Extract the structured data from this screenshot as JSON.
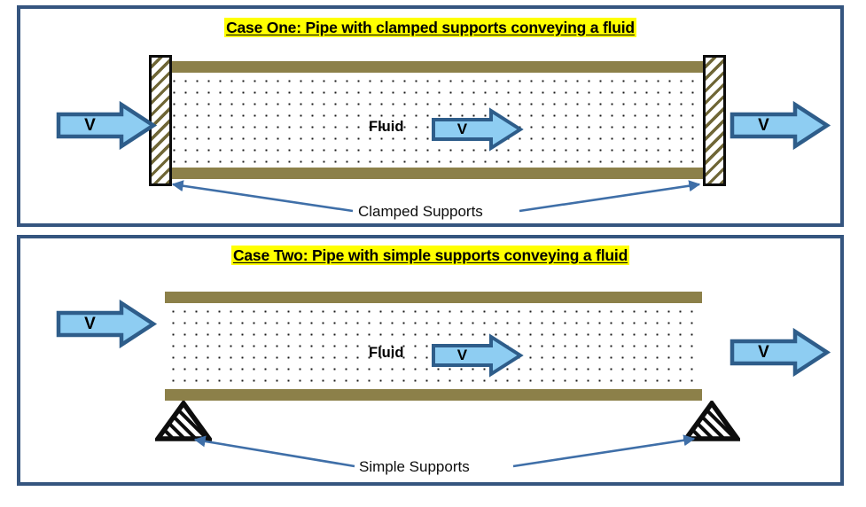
{
  "figure": {
    "frame_color": "#35557f",
    "highlight_color": "#ffff00",
    "pipe_wall_color": "#8c8049",
    "arrow_fill": "#8ecdf2",
    "arrow_stroke": "#2e5d8a",
    "leader_color": "#3f6fa8"
  },
  "case_one": {
    "title": "Case One: Pipe with clamped supports conveying a fluid",
    "inlet_velocity_label": "V",
    "outlet_velocity_label": "V",
    "fluid_label": "Fluid",
    "fluid_velocity_label": "V",
    "support_callout": "Clamped Supports",
    "support_type": "clamped-support"
  },
  "case_two": {
    "title": "Case Two: Pipe with simple supports conveying a fluid",
    "inlet_velocity_label": "V",
    "outlet_velocity_label": "V",
    "fluid_label": "Fluid",
    "fluid_velocity_label": "V",
    "support_callout": "Simple Supports",
    "support_type": "simple-support"
  }
}
